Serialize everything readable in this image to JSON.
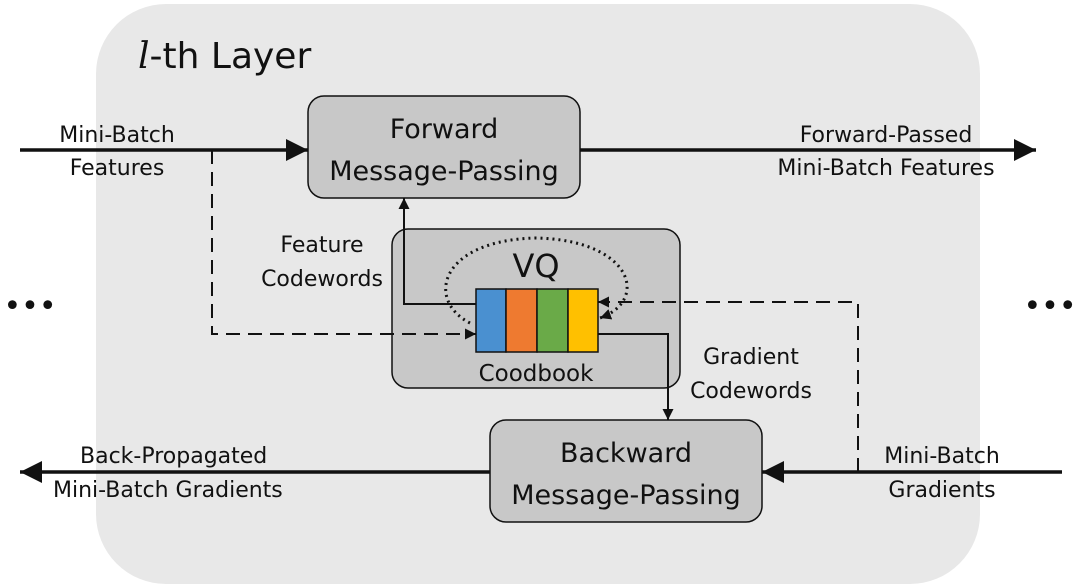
{
  "layer": {
    "prefix": "l",
    "suffix": "-th Layer"
  },
  "boxes": {
    "forward": {
      "line1": "Forward",
      "line2": "Message-Passing"
    },
    "backward": {
      "line1": "Backward",
      "line2": "Message-Passing"
    },
    "vq": {
      "title": "VQ",
      "caption": "Coodbook"
    }
  },
  "labels": {
    "input_features": {
      "line1": "Mini-Batch",
      "line2": "Features"
    },
    "output_features": {
      "line1": "Forward-Passed",
      "line2": "Mini-Batch Features"
    },
    "feature_codewords": {
      "line1": "Feature",
      "line2": "Codewords"
    },
    "gradient_codewords": {
      "line1": "Gradient",
      "line2": "Codewords"
    },
    "input_gradients": {
      "line1": "Mini-Batch",
      "line2": "Gradients"
    },
    "output_gradients": {
      "line1": "Back-Propagated",
      "line2": "Mini-Batch Gradients"
    }
  },
  "ellipsis": {
    "left": "•••",
    "right": "•••"
  },
  "colors": {
    "layer_bg": "#e8e8e8",
    "box_fill": "#c8c8c8",
    "codebook": [
      "#4a90d0",
      "#ee7a30",
      "#6aaa48",
      "#ffc000"
    ]
  }
}
